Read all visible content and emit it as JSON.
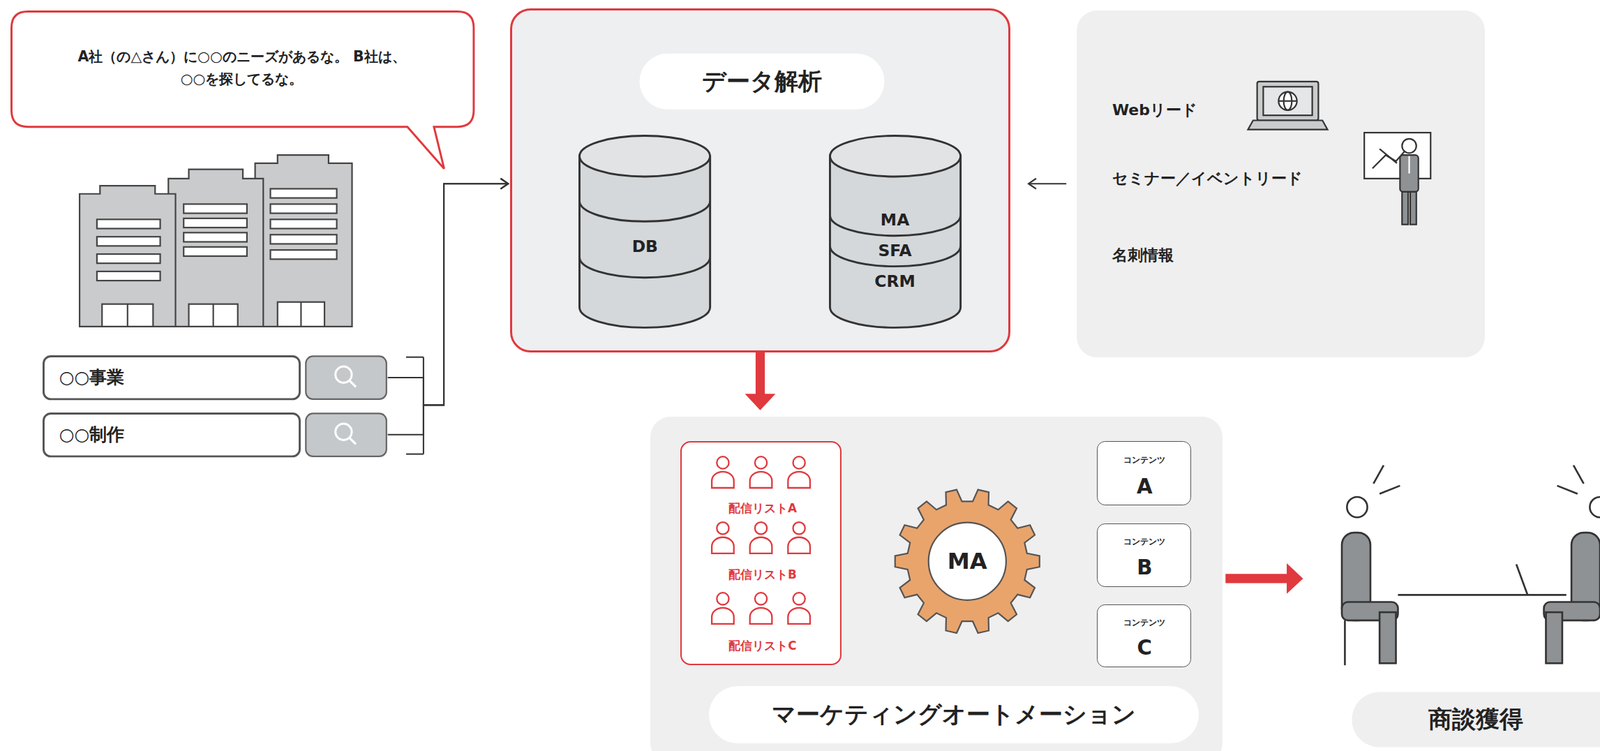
{
  "diagram": {
    "nodes": [
      {
        "text": [
          "A社（の△さん）に○○のニーズがあるな。 B社は、○○を探してるな。"
        ]
      },
      {
        "text": [
          "○○事業"
        ]
      },
      {
        "text": [
          "○○制作"
        ]
      },
      {
        "text": [
          "データ解析"
        ]
      },
      {
        "text": [
          "DB"
        ],
        "in": 3
      },
      {
        "text": [
          "MA",
          "SFA",
          "CRM"
        ],
        "in": 3
      },
      {
        "text": [
          "Webリード",
          "セミナー／イベントリード",
          "名刺情報"
        ]
      },
      {
        "text": [
          "マーケティングオートメーション"
        ]
      },
      {
        "text": [
          "配信リストA",
          "配信リストB",
          "配信リストC"
        ],
        "in": 7
      },
      {
        "text": [
          "MA"
        ],
        "in": 7
      },
      {
        "text": [
          "コンテンツ",
          "A"
        ],
        "in": 7
      },
      {
        "text": [
          "コンテンツ",
          "B"
        ],
        "in": 7
      },
      {
        "text": [
          "コンテンツ",
          "C"
        ],
        "in": 7
      },
      {
        "text": [
          "商談獲得"
        ]
      }
    ],
    "edges": [
      {
        "from": 1,
        "to": 3,
        "arrow": "to"
      },
      {
        "from": 2,
        "to": 3,
        "arrow": "to"
      },
      {
        "from": 5,
        "to": 4,
        "arrow": "to"
      },
      {
        "from": 4,
        "to": 5,
        "arrow": "to"
      },
      {
        "from": 6,
        "to": 3,
        "arrow": "to"
      },
      {
        "from": 3,
        "to": 7,
        "arrow": "to"
      },
      {
        "from": 8,
        "to": 9,
        "arrow": "none"
      },
      {
        "from": 8,
        "to": 9,
        "arrow": "none"
      },
      {
        "from": 8,
        "to": 9,
        "arrow": "none"
      },
      {
        "from": 9,
        "to": 10,
        "arrow": "none"
      },
      {
        "from": 9,
        "to": 11,
        "arrow": "none"
      },
      {
        "from": 9,
        "to": 12,
        "arrow": "none"
      },
      {
        "from": 7,
        "to": 13,
        "arrow": "to"
      }
    ]
  }
}
